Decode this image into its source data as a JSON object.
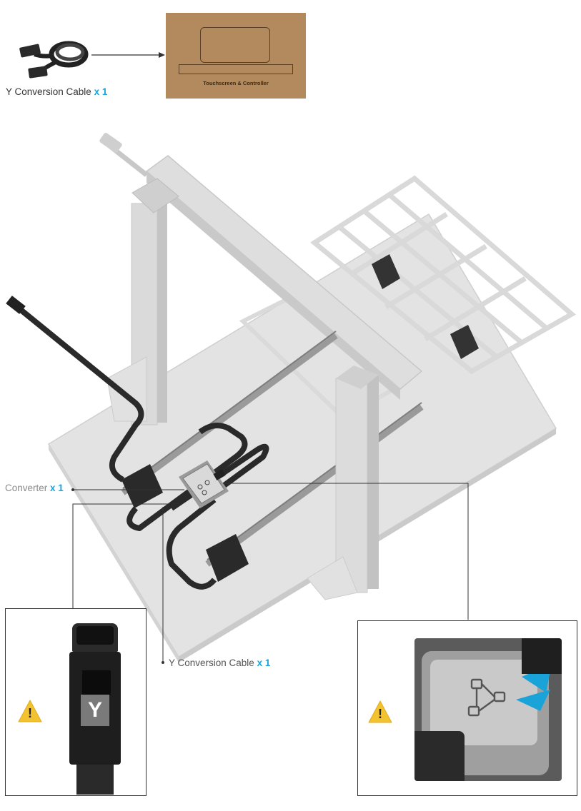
{
  "top_cable_label": {
    "text": "Y Conversion Cable",
    "qty": "x 1"
  },
  "box_label": "Touchscreen & Controller",
  "converter_label": {
    "text": "Converter",
    "qty": "x 1"
  },
  "bottom_cable_label": {
    "text": "Y Conversion Cable",
    "qty": "x 1"
  },
  "connector_letter": "Y",
  "warning_symbol": "!",
  "colors": {
    "accent": "#1aa3d9",
    "warning": "#f2c230",
    "cardboard": "#b38a5e",
    "line": "#333333"
  },
  "icons": [
    "cable-icon",
    "box-icon",
    "converter-icon",
    "warning-icon",
    "arrow-icon"
  ]
}
